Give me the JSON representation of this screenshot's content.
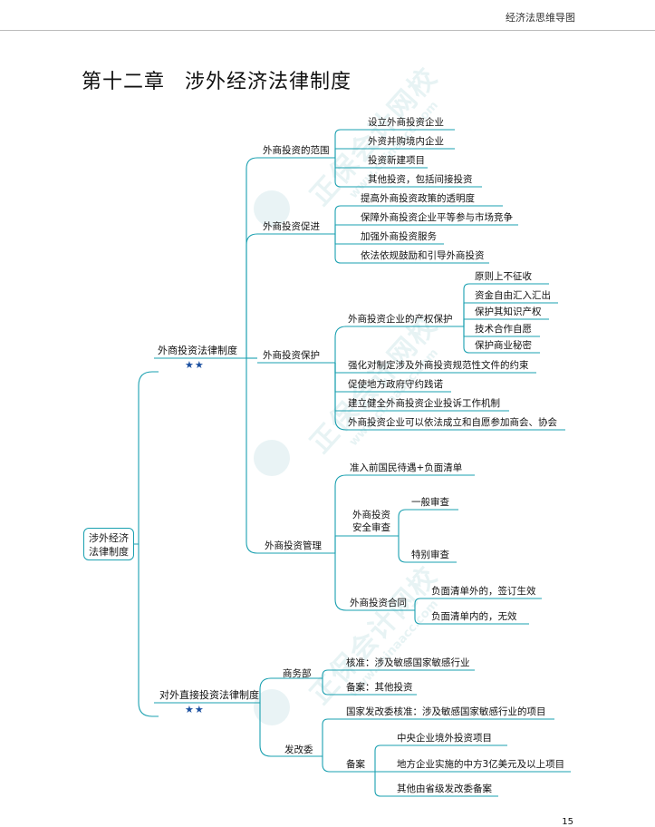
{
  "header": {
    "text": "经济法思维导图"
  },
  "page": {
    "title_chapter": "第十二章",
    "title_text": "涉外经济法律制度",
    "page_number": "15"
  },
  "watermark": {
    "text": "正保会计网校",
    "url": "www.chinaacc.com"
  },
  "tree": {
    "root": "涉外经济\n法律制度",
    "foreign_invest": {
      "label": "外商投资法律制度",
      "stars": "★★",
      "scope": {
        "label": "外商投资的范围",
        "items": [
          "设立外商投资企业",
          "外资并购境内企业",
          "投资新建项目",
          "其他投资，包括间接投资"
        ]
      },
      "promotion": {
        "label": "外商投资促进",
        "items": [
          "提高外商投资政策的透明度",
          "保障外商投资企业平等参与市场竞争",
          "加强外商投资服务",
          "依法依规鼓励和引导外商投资"
        ]
      },
      "protection": {
        "label": "外商投资保护",
        "ip": {
          "label": "外商投资企业的产权保护",
          "items": [
            "原则上不征收",
            "资金自由汇入汇出",
            "保护其知识产权",
            "技术合作自愿",
            "保护商业秘密"
          ]
        },
        "items": [
          "强化对制定涉及外商投资规范性文件的约束",
          "促使地方政府守约践诺",
          "建立健全外商投资企业投诉工作机制",
          "外商投资企业可以依法成立和自愿参加商会、协会"
        ]
      },
      "management": {
        "label": "外商投资管理",
        "entry": "准入前国民待遇+负面清单",
        "security": {
          "label": "外商投资\n安全审查",
          "items": [
            "一般审查",
            "特别审查"
          ]
        },
        "contract": {
          "label": "外商投资合同",
          "items": [
            "负面清单外的，签订生效",
            "负面清单内的，无效"
          ]
        }
      }
    },
    "outbound": {
      "label": "对外直接投资法律制度",
      "stars": "★★",
      "mofcom": {
        "label": "商务部",
        "items": [
          "核准：涉及敏感国家敏感行业",
          "备案：其他投资"
        ]
      },
      "ndrc": {
        "label": "发改委",
        "approval": "国家发改委核准：涉及敏感国家敏感行业的项目",
        "filing": {
          "label": "备案",
          "items": [
            "中央企业境外投资项目",
            "地方企业实施的中方3亿美元及以上项目",
            "其他由省级发改委备案"
          ]
        }
      }
    }
  }
}
